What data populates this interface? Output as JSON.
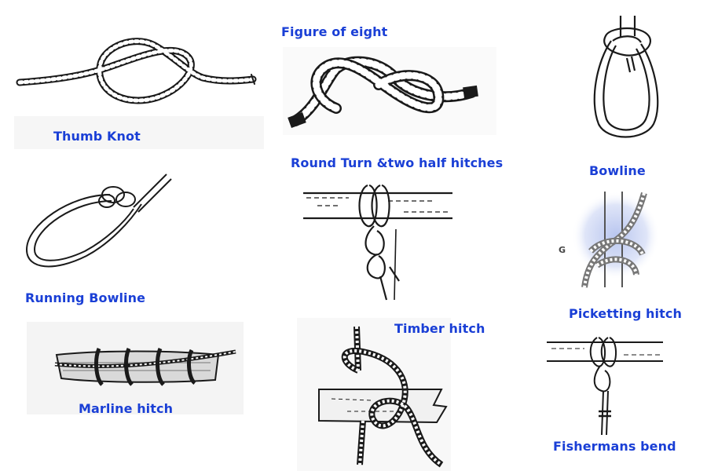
{
  "label_color": "#1a3fd6",
  "line_color": "#1a1a1a",
  "knots": [
    {
      "name": "Thumb Knot",
      "icon": "thumb-knot-drawing"
    },
    {
      "name": "Figure of eight",
      "icon": "figure-of-eight-drawing"
    },
    {
      "name": "Bowline",
      "icon": "bowline-drawing"
    },
    {
      "name": "Round Turn &two half hitches",
      "icon": "round-turn-drawing"
    },
    {
      "name": "Running Bowline",
      "icon": "running-bowline-drawing"
    },
    {
      "name": "Picketting hitch",
      "icon": "picketting-hitch-drawing",
      "marker": "G"
    },
    {
      "name": "Timber hitch",
      "icon": "timber-hitch-drawing"
    },
    {
      "name": "Marline hitch",
      "icon": "marline-hitch-drawing"
    },
    {
      "name": "Fishermans bend",
      "icon": "fishermans-bend-drawing"
    }
  ]
}
